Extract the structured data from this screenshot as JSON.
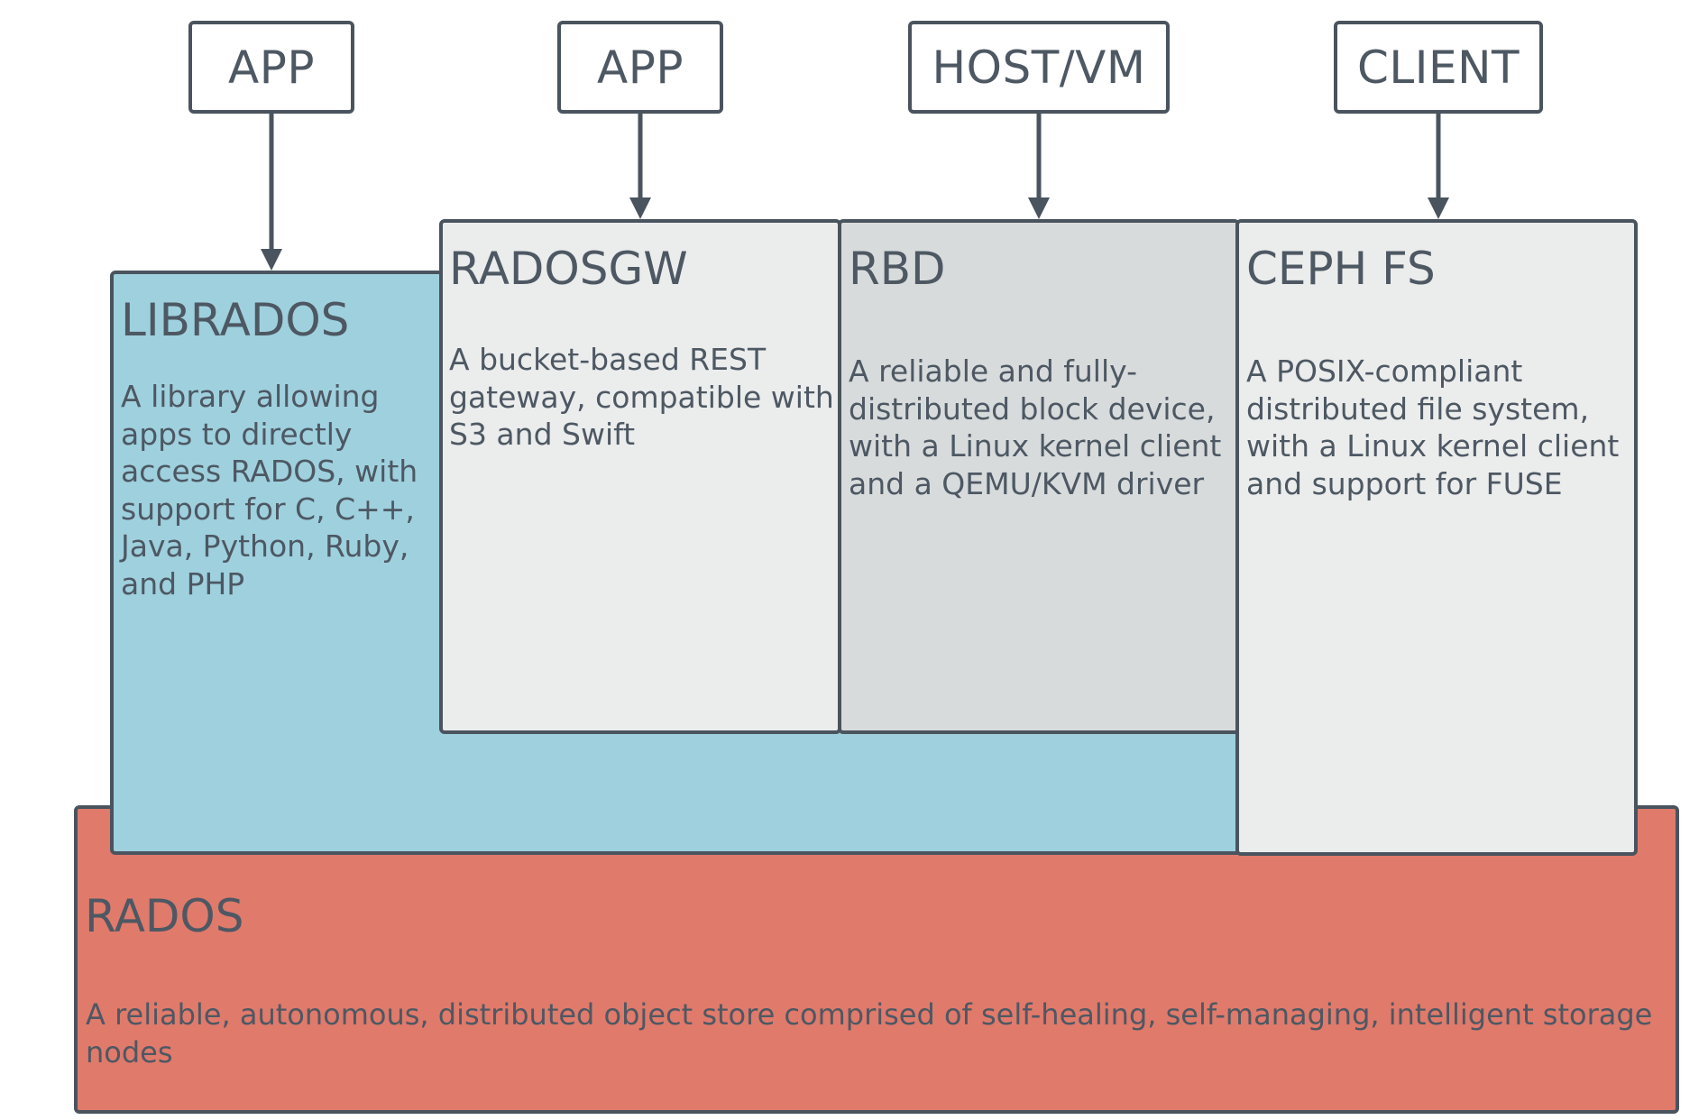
{
  "top_boxes": {
    "app1": "APP",
    "app2": "APP",
    "hostvm": "HOST/VM",
    "client": "CLIENT"
  },
  "rados": {
    "title": "RADOS",
    "desc": "A reliable, autonomous, distributed object store comprised of self-healing, self-managing, intelligent storage nodes"
  },
  "librados": {
    "title": "LIBRADOS",
    "desc": "A library allowing apps to directly access RADOS, with support for C, C++, Java, Python, Ruby, and PHP"
  },
  "radosgw": {
    "title": "RADOSGW",
    "desc": "A bucket-based REST gateway, compatible with S3 and Swift"
  },
  "rbd": {
    "title": "RBD",
    "desc": "A reliable and fully-distributed block device, with a Linux kernel client and a QEMU/KVM driver"
  },
  "cephfs": {
    "title": "CEPH FS",
    "desc": "A POSIX-compliant distributed file system, with a Linux kernel client and support for FUSE"
  },
  "colors": {
    "rados": "#e07a6b",
    "librados": "#9fd0de",
    "radosgw": "#ebecec",
    "rbd": "#d8dbdc",
    "cephfs": "#ebecec",
    "border": "#4a545e"
  }
}
